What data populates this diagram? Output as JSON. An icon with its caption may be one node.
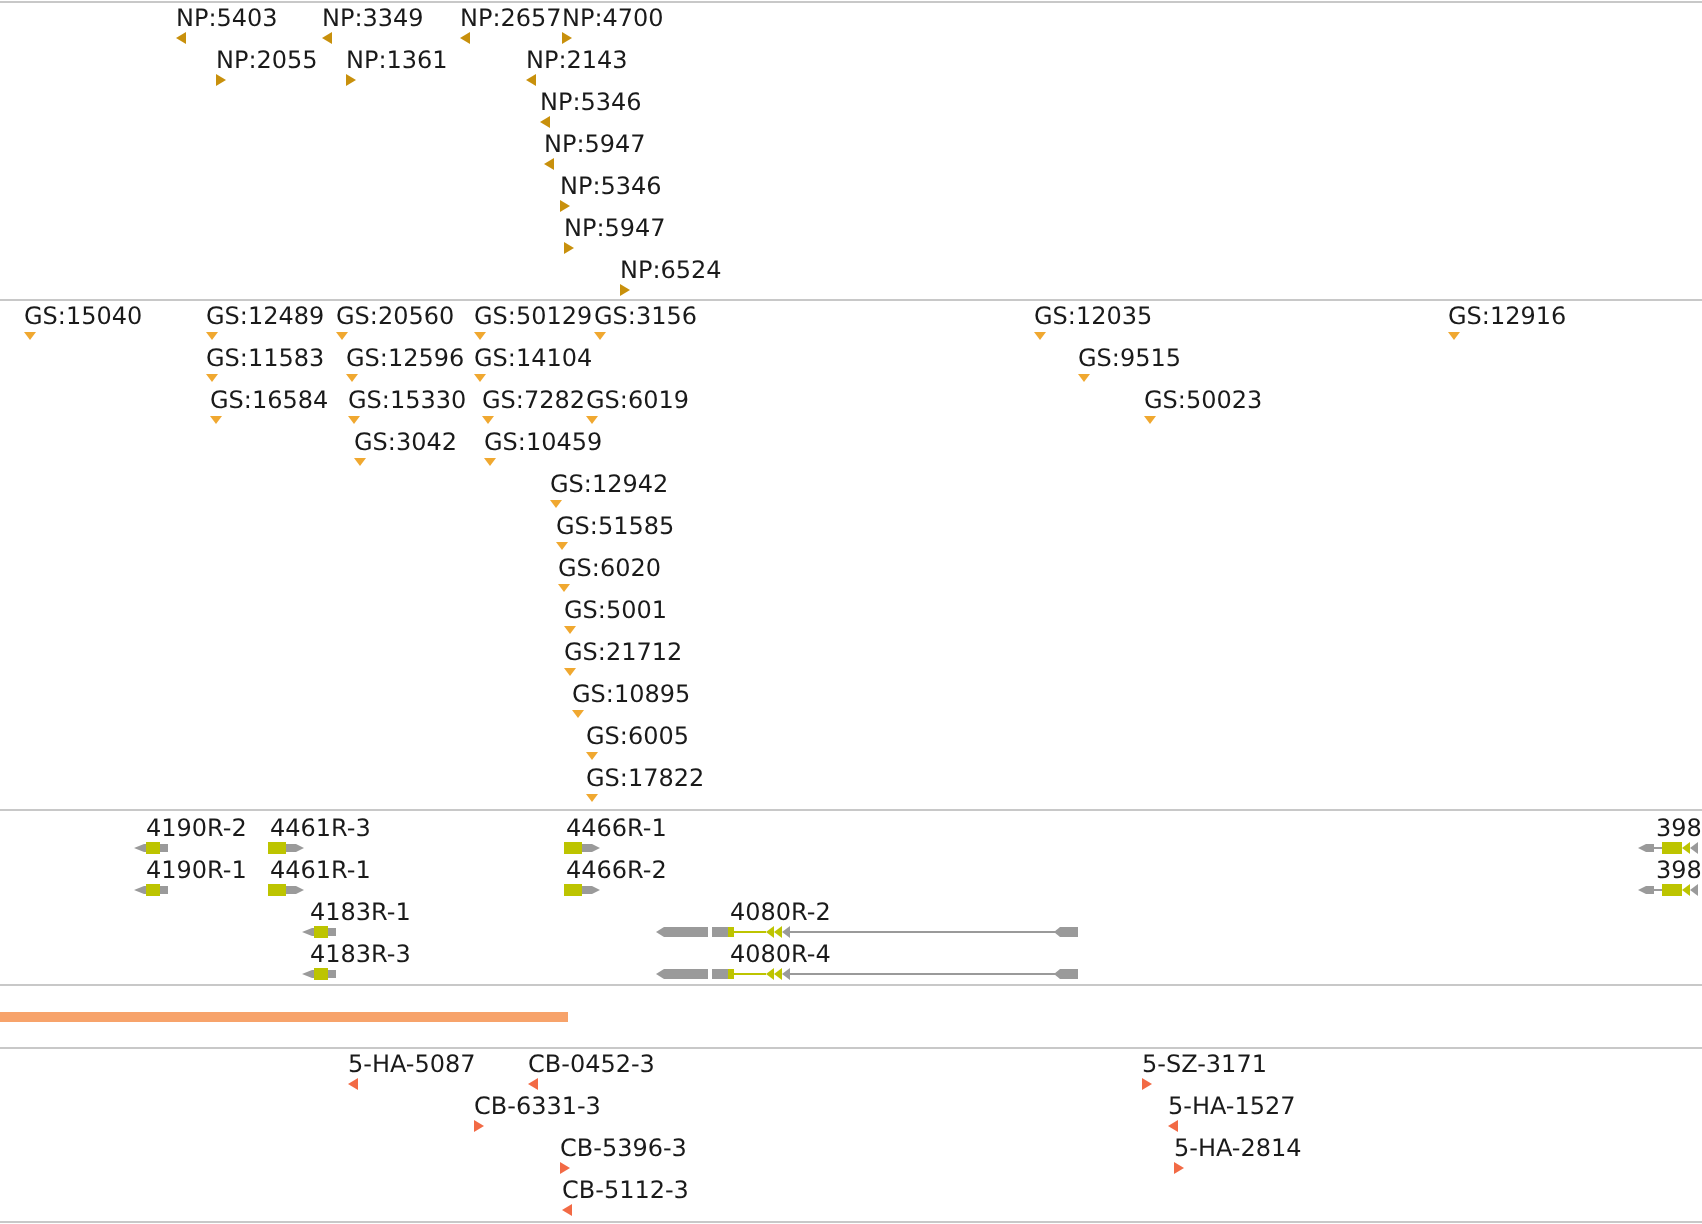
{
  "diagram": {
    "labels": [
      "NP:5403",
      "NP:3349",
      "NP:2657",
      "NP:4700",
      "NP:2055",
      "NP:1361",
      "NP:2143",
      "NP:5346",
      "NP:5947",
      "NP:5346",
      "NP:5947",
      "NP:6524",
      "GS:15040",
      "GS:12489",
      "GS:20560",
      "GS:50129",
      "GS:3156",
      "GS:12035",
      "GS:12916",
      "GS:11583",
      "GS:12596",
      "GS:14104",
      "GS:9515",
      "GS:16584",
      "GS:15330",
      "GS:7282",
      "GS:6019",
      "GS:50023",
      "GS:3042",
      "GS:10459",
      "GS:12942",
      "GS:51585",
      "GS:6020",
      "GS:5001",
      "GS:21712",
      "GS:10895",
      "GS:6005",
      "GS:17822",
      "4190R-2",
      "4461R-3",
      "4466R-1",
      "398",
      "4190R-1",
      "4461R-1",
      "4466R-2",
      "398",
      "4183R-1",
      "4080R-2",
      "4183R-3",
      "4080R-4",
      "5-HA-5087",
      "CB-0452-3",
      "5-SZ-3171",
      "CB-6331-3",
      "5-HA-1527",
      "CB-5396-3",
      "5-HA-2814",
      "CB-5112-3"
    ]
  }
}
